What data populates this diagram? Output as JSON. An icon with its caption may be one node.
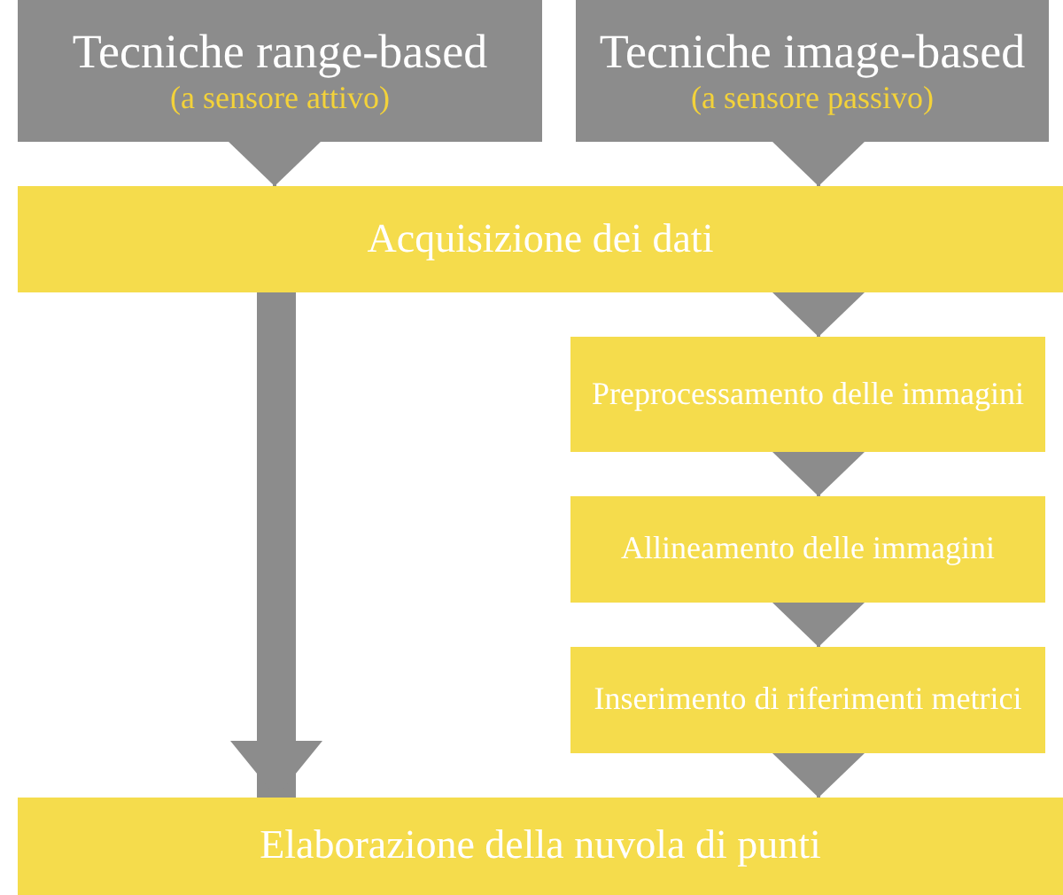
{
  "diagram": {
    "nodes": [
      {
        "text": [
          "Tecniche range-based",
          "(a sensore attivo)"
        ]
      },
      {
        "text": [
          "Tecniche image-based",
          "(a sensore passivo)"
        ]
      },
      {
        "text": [
          "Acquisizione dei dati"
        ]
      },
      {
        "text": [
          "Preprocessamento delle immagini"
        ]
      },
      {
        "text": [
          "Allineamento delle immagini"
        ]
      },
      {
        "text": [
          "Inserimento di riferimenti metrici"
        ]
      },
      {
        "text": [
          "Elaborazione della nuvola di punti"
        ]
      }
    ],
    "edges": [
      {
        "from": 0,
        "to": 2,
        "arrow": "to"
      },
      {
        "from": 1,
        "to": 2,
        "arrow": "to"
      },
      {
        "from": 2,
        "to": 3,
        "arrow": "to"
      },
      {
        "from": 3,
        "to": 4,
        "arrow": "to"
      },
      {
        "from": 4,
        "to": 5,
        "arrow": "to"
      },
      {
        "from": 5,
        "to": 6,
        "arrow": "to"
      },
      {
        "from": 2,
        "to": 6,
        "arrow": "to",
        "style": "thick"
      }
    ]
  }
}
